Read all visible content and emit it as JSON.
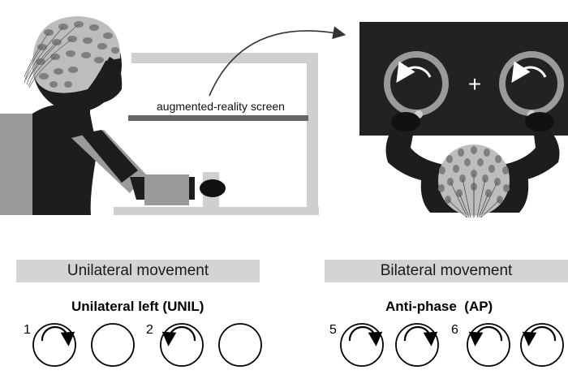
{
  "screen_label": "augmented-reality screen",
  "fixation_symbol": "+",
  "sections": {
    "unilateral": {
      "title": "Unilateral movement",
      "condition": "Unilateral left (UNIL)",
      "panels": [
        {
          "number": "1",
          "left": "clockwise",
          "right": "none"
        },
        {
          "number": "2",
          "left": "counterclockwise",
          "right": "none"
        }
      ]
    },
    "bilateral": {
      "title": "Bilateral movement",
      "condition": "Anti-phase  (AP)",
      "panels": [
        {
          "number": "5",
          "left": "clockwise",
          "right": "clockwise"
        },
        {
          "number": "6",
          "left": "counterclockwise",
          "right": "counterclockwise"
        }
      ]
    }
  },
  "colors": {
    "dark": "#222222",
    "skin_dark": "#111111",
    "frame_gray": "#cfcfcf",
    "arm_gray": "#9a9a9a",
    "band_gray": "#d4d4d4",
    "electrode": "#7f7f7f"
  }
}
